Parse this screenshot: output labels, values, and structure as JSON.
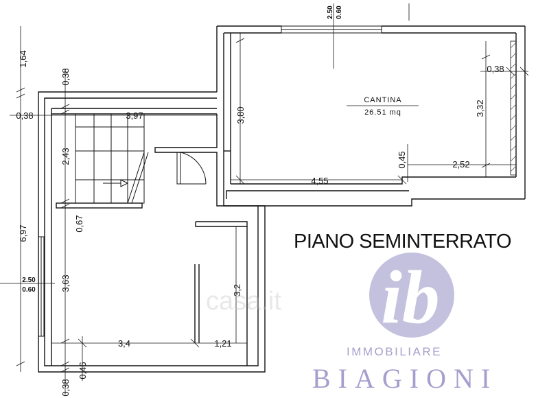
{
  "plan": {
    "title": "PIANO SEMINTERRATO",
    "room": {
      "name": "CANTINA",
      "area": "26.51  mq"
    },
    "dimensions": {
      "left_top": "1,64",
      "left_total": "6,97",
      "left_bottom": "0,38",
      "stair_top": "0,38",
      "wall_left": "0,38",
      "stair_width": "3,97",
      "stair_height": "2,43",
      "landing": "0,67",
      "lower_height": "3,63",
      "lower_width": "3,4",
      "lower_right": "1,21",
      "lower_room_height": "3,2",
      "bottom_small": "0,46",
      "cantina_height": "3,80",
      "cantina_width": "4,55",
      "cantina_right_height": "3,32",
      "cantina_wall": "0,38",
      "cantina_step": "0,45",
      "cantina_right_width": "2,52"
    },
    "section_marks": {
      "top_upper": "2.50",
      "top_lower": "0.60",
      "left_upper": "2.50",
      "left_lower": "0.60"
    }
  },
  "brand": {
    "logo_letters": "ib",
    "line1": "IMMOBILIARE",
    "line2": "BIAGIONI",
    "watermark": "casa.it",
    "color": "#a49fcc"
  }
}
